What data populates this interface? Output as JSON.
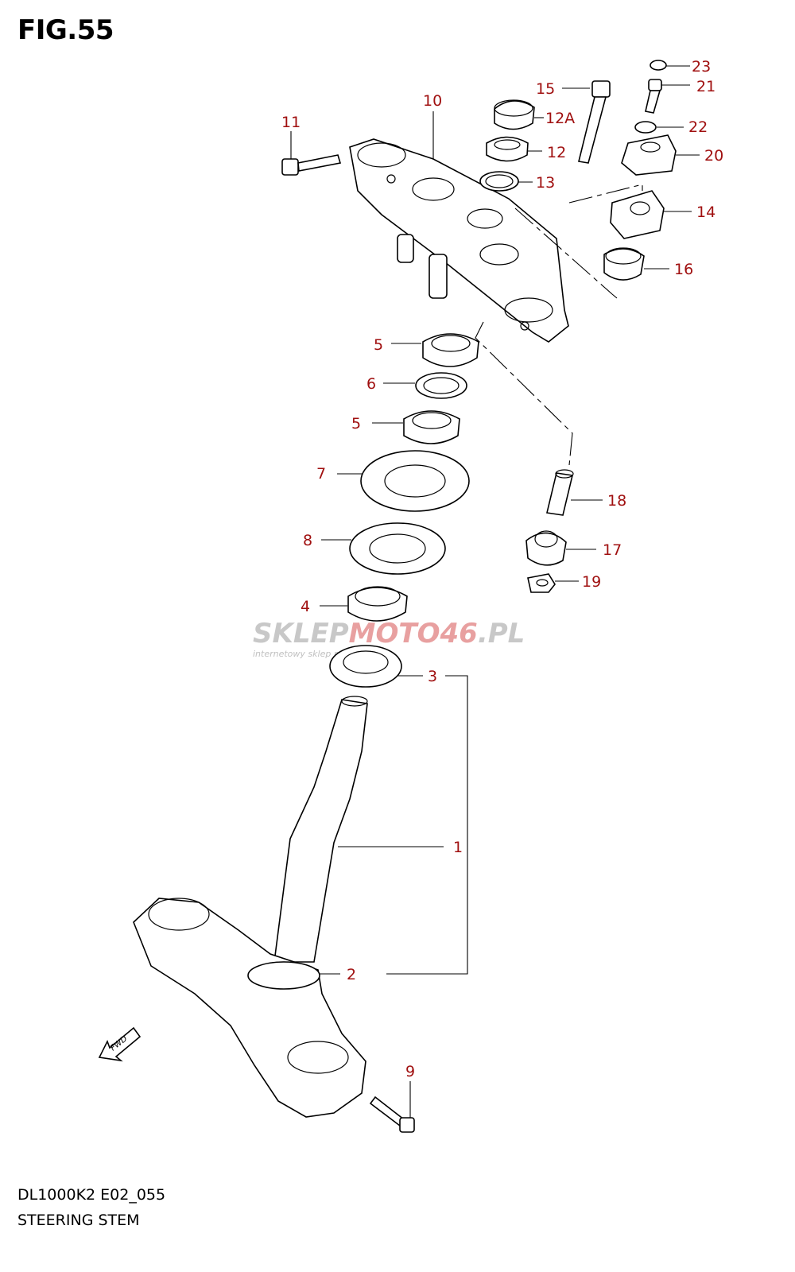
{
  "title": "FIG.55",
  "footer": {
    "code": "DL1000K2 E02_055",
    "name": "STEERING STEM"
  },
  "colors": {
    "callout": "#a01010",
    "line": "#000000",
    "watermark": "#c8c8c8",
    "watermark_accent": "#e8a0a0"
  },
  "watermark": {
    "brand_a": "SKLEP",
    "brand_b": "MOTO",
    "brand_c": "46",
    "brand_d": ".PL",
    "tagline": "internetowy sklep motocyklowy"
  },
  "fwd_label": "FWD",
  "callouts": [
    "23",
    "15",
    "21",
    "12A",
    "22",
    "11",
    "10",
    "12",
    "20",
    "13",
    "14",
    "16",
    "5",
    "6",
    "5",
    "7",
    "18",
    "8",
    "17",
    "19",
    "4",
    "3",
    "1",
    "2",
    "9"
  ]
}
